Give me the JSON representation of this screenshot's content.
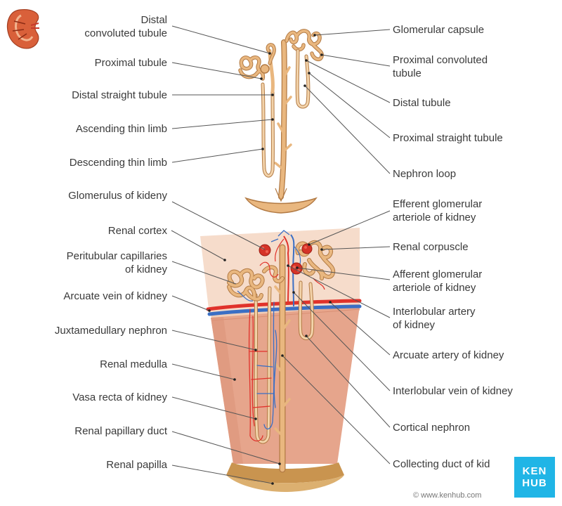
{
  "labels_left": [
    {
      "id": "distal-convoluted-tubule",
      "text": "Distal\nconvoluted tubule"
    },
    {
      "id": "proximal-tubule",
      "text": "Proximal tubule"
    },
    {
      "id": "distal-straight-tubule",
      "text": "Distal straight tubule"
    },
    {
      "id": "ascending-thin-limb",
      "text": "Ascending thin limb"
    },
    {
      "id": "descending-thin-limb",
      "text": "Descending thin limb"
    },
    {
      "id": "glomerulus-of-kidney",
      "text": "Glomerulus of kideny"
    },
    {
      "id": "renal-cortex",
      "text": "Renal cortex"
    },
    {
      "id": "peritubular-capillaries",
      "text": "Peritubular capillaries\nof kidney"
    },
    {
      "id": "arcuate-vein",
      "text": "Arcuate vein of kidney"
    },
    {
      "id": "juxtamedullary-nephron",
      "text": "Juxtamedullary nephron"
    },
    {
      "id": "renal-medulla",
      "text": "Renal medulla"
    },
    {
      "id": "vasa-recta",
      "text": "Vasa recta of kidney"
    },
    {
      "id": "renal-papillary-duct",
      "text": "Renal papillary duct"
    },
    {
      "id": "renal-papilla",
      "text": "Renal papilla"
    }
  ],
  "labels_right": [
    {
      "id": "glomerular-capsule",
      "text": "Glomerular capsule"
    },
    {
      "id": "proximal-convoluted-tubule",
      "text": "Proximal convoluted\ntubule"
    },
    {
      "id": "distal-tubule",
      "text": "Distal tubule"
    },
    {
      "id": "proximal-straight-tubule",
      "text": "Proximal straight tubule"
    },
    {
      "id": "nephron-loop",
      "text": "Nephron loop"
    },
    {
      "id": "efferent-arteriole",
      "text": "Efferent glomerular\narteriole of kidney"
    },
    {
      "id": "renal-corpuscle",
      "text": "Renal corpuscle"
    },
    {
      "id": "afferent-arteriole",
      "text": "Afferent glomerular\narteriole of kidney"
    },
    {
      "id": "interlobular-artery",
      "text": "Interlobular artery\nof kidney"
    },
    {
      "id": "arcuate-artery",
      "text": "Arcuate artery of kidney"
    },
    {
      "id": "interlobular-vein",
      "text": "Interlobular vein of kidney"
    },
    {
      "id": "cortical-nephron",
      "text": "Cortical nephron"
    },
    {
      "id": "collecting-duct",
      "text": "Collecting duct of kid"
    }
  ],
  "logo": {
    "line1": "KEN",
    "line2": "HUB"
  },
  "credit": "© www.kenhub.com",
  "colors": {
    "tubule": "#e9b77f",
    "tubule_edge": "#b27a44",
    "cortex": "#f6dccb",
    "medulla": "#e6a58c",
    "artery": "#e0322b",
    "vein": "#3b6fc4",
    "leader": "#555555"
  }
}
